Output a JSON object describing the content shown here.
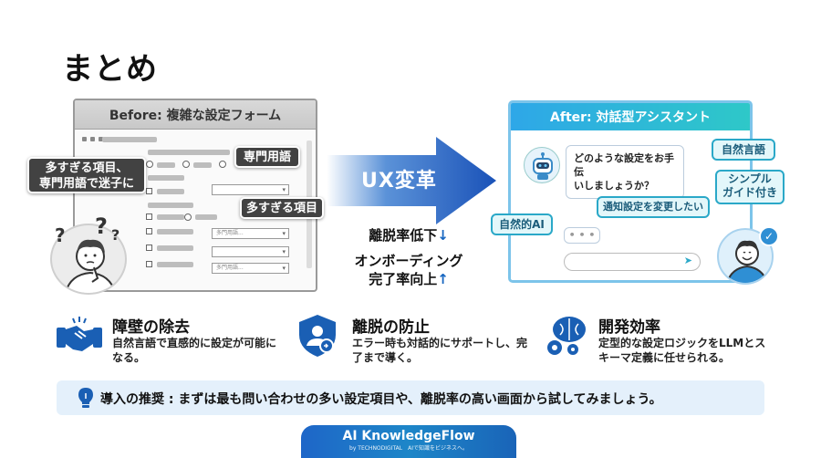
{
  "title": "まとめ",
  "before": {
    "header": "Before: 複雑な設定フォーム",
    "callout_confused": "多すぎる項目、\n専門用語で迷子に",
    "callout_jargon": "専門用語",
    "callout_too_many": "多すぎる項目",
    "select_label": "多門用語..."
  },
  "transform": {
    "arrow_label": "UX変革",
    "metric_bounce": "離脱率低下",
    "metric_bounce_arrow": "↓",
    "metric_onboarding_line1": "オンボーディング",
    "metric_onboarding_line2": "完了率向上",
    "metric_onboarding_arrow": "↑"
  },
  "after": {
    "header": "After: 対話型アシスタント",
    "bot_question": "どのような設定をお手伝\nいしましょうか？",
    "user_reply": "通知設定を変更したい",
    "tag_natural_lang": "自然言語",
    "tag_simple": "シンプル\nガイド付き",
    "tag_natural_ai": "自然的AI",
    "typing": "• • •"
  },
  "benefits": [
    {
      "title": "障壁の除去",
      "desc": "自然言語で直感的に設定が可能になる。",
      "icon": "handshake-icon"
    },
    {
      "title": "離脱の防止",
      "desc": "エラー時も対話的にサポートし、完了まで導く。",
      "icon": "shield-user-icon"
    },
    {
      "title": "開発効率",
      "desc": "定型的な設定ロジックをLLMとスキーマ定義に任せられる。",
      "icon": "brain-gear-icon"
    }
  ],
  "tip": {
    "text": "導入の推奨 : まずは最も問い合わせの多い設定項目や、離脱率の高い画面から試してみましょう。",
    "icon": "lightbulb-icon"
  },
  "footer": {
    "brand": "AI KnowledgeFlow",
    "sub": "by TECHNODIGITAL　AIで知識をビジネスへ。"
  },
  "colors": {
    "accent_blue": "#1565c0",
    "teal": "#2aa8c8",
    "dark_callout": "#424242"
  }
}
